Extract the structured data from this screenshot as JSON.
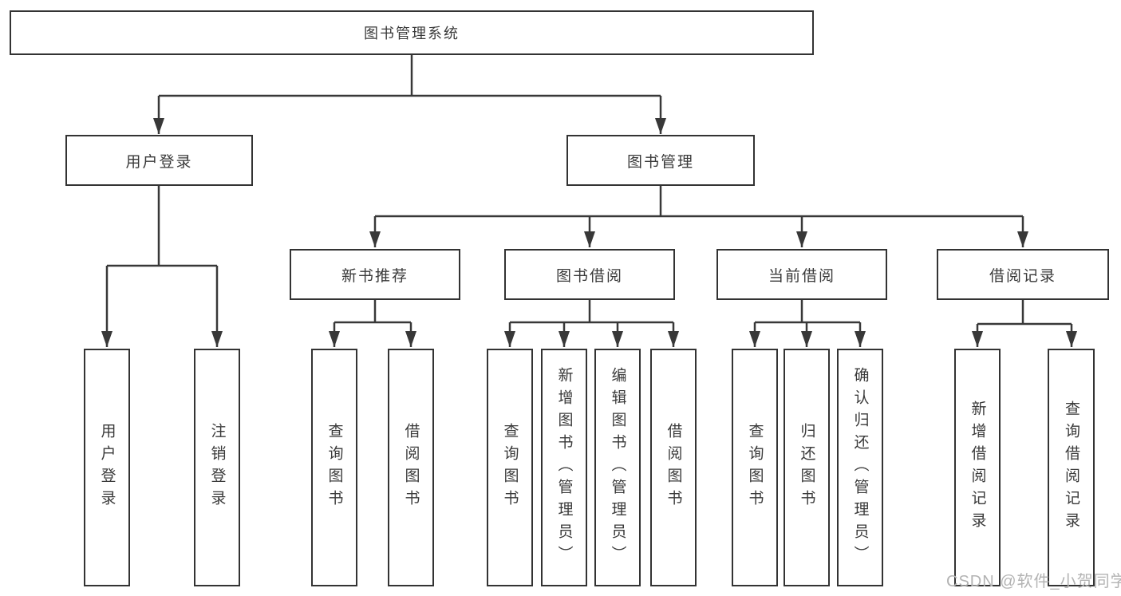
{
  "colors": {
    "background": "#ffffff",
    "box_border": "#333333",
    "connector_line": "#383838",
    "text": "#3a3a3a",
    "watermark_text": "#b3b3b3"
  },
  "nodes": {
    "root": {
      "label": "图书管理系统"
    },
    "user_login": {
      "label": "用户登录"
    },
    "book_management": {
      "label": "图书管理"
    },
    "new_book_recommend": {
      "label": "新书推荐"
    },
    "book_borrowing": {
      "label": "图书借阅"
    },
    "current_borrowing": {
      "label": "当前借阅"
    },
    "borrowing_records": {
      "label": "借阅记录"
    },
    "login": {
      "label": "用户登录"
    },
    "logout": {
      "label": "注销登录"
    },
    "rec_query_books": {
      "label": "查询图书"
    },
    "rec_borrow_books": {
      "label": "借阅图书"
    },
    "bb_query_books": {
      "label": "查询图书"
    },
    "bb_add_books": {
      "label": "新增图书（管理员）"
    },
    "bb_edit_books": {
      "label": "编辑图书（管理员）"
    },
    "bb_borrow_books": {
      "label": "借阅图书"
    },
    "cb_query_books": {
      "label": "查询图书"
    },
    "cb_return_books": {
      "label": "归还图书"
    },
    "cb_confirm_return": {
      "label": "确认归还（管理员）"
    },
    "br_add_record": {
      "label": "新增借阅记录"
    },
    "br_query_record": {
      "label": "查询借阅记录"
    }
  },
  "watermark": {
    "text": "CSDN @软件_小贺同学"
  }
}
